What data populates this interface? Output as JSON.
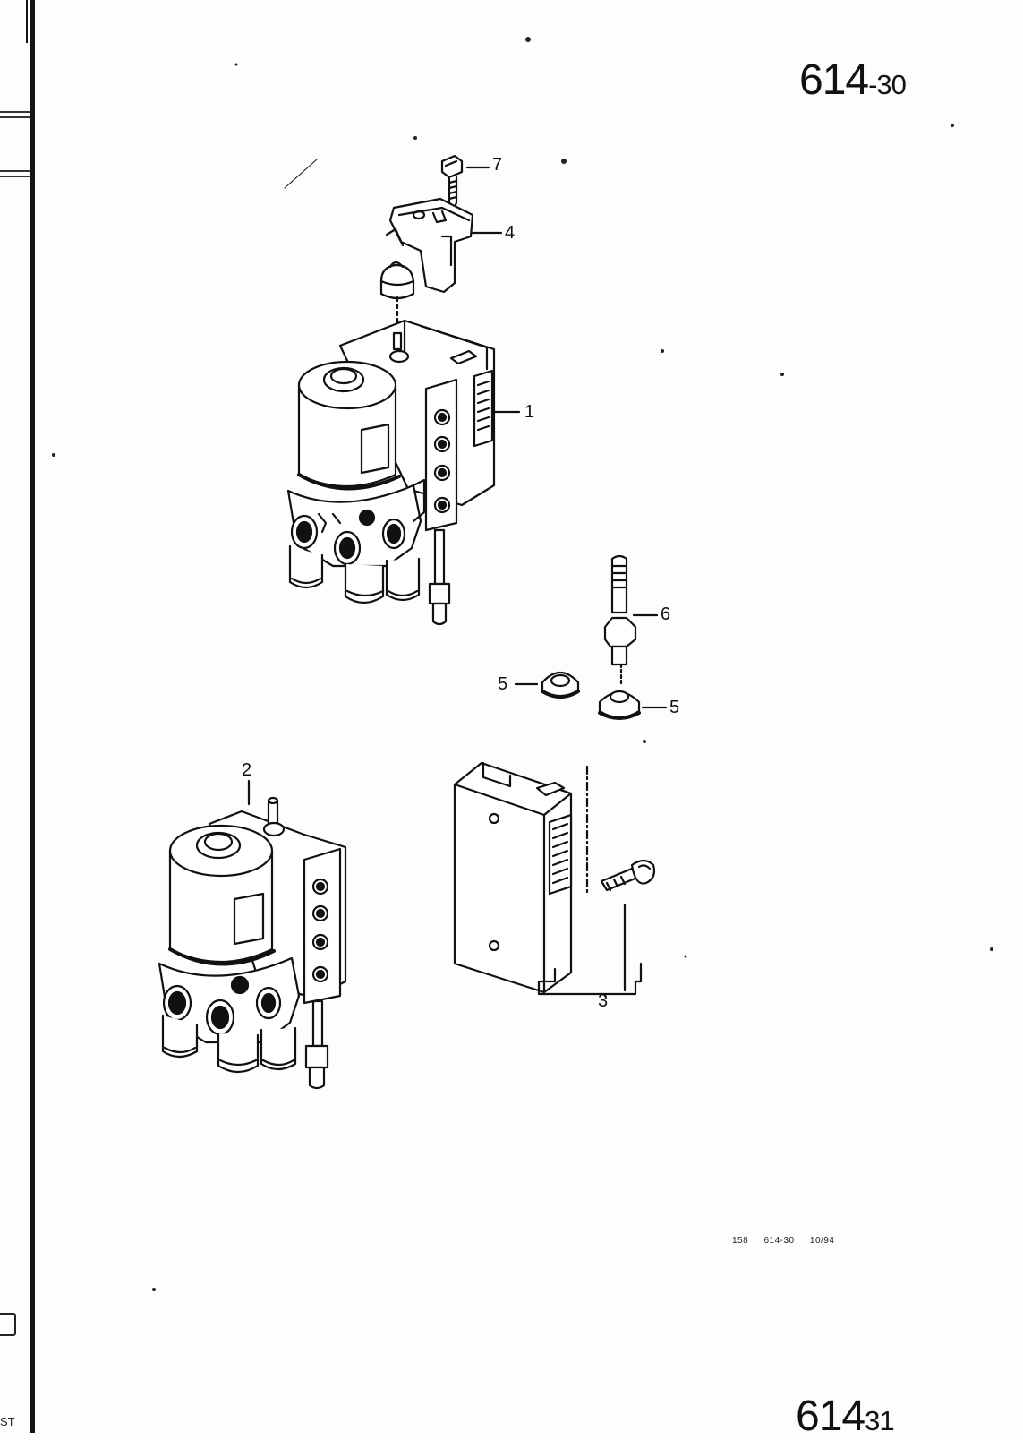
{
  "page": {
    "section_number": "614",
    "section_suffix": "-30",
    "next_section_number": "614",
    "next_section_suffix": "31"
  },
  "callouts": {
    "c1": "1",
    "c2": "2",
    "c3": "3",
    "c4": "4",
    "c5a": "5",
    "c5b": "5",
    "c6": "6",
    "c7": "7"
  },
  "footer": {
    "part1": "158",
    "part2": "614-30",
    "part3": "10/94"
  },
  "margin": {
    "cut_text": "ST"
  },
  "colors": {
    "ink": "#111111",
    "paper": "#fdfdfb"
  }
}
